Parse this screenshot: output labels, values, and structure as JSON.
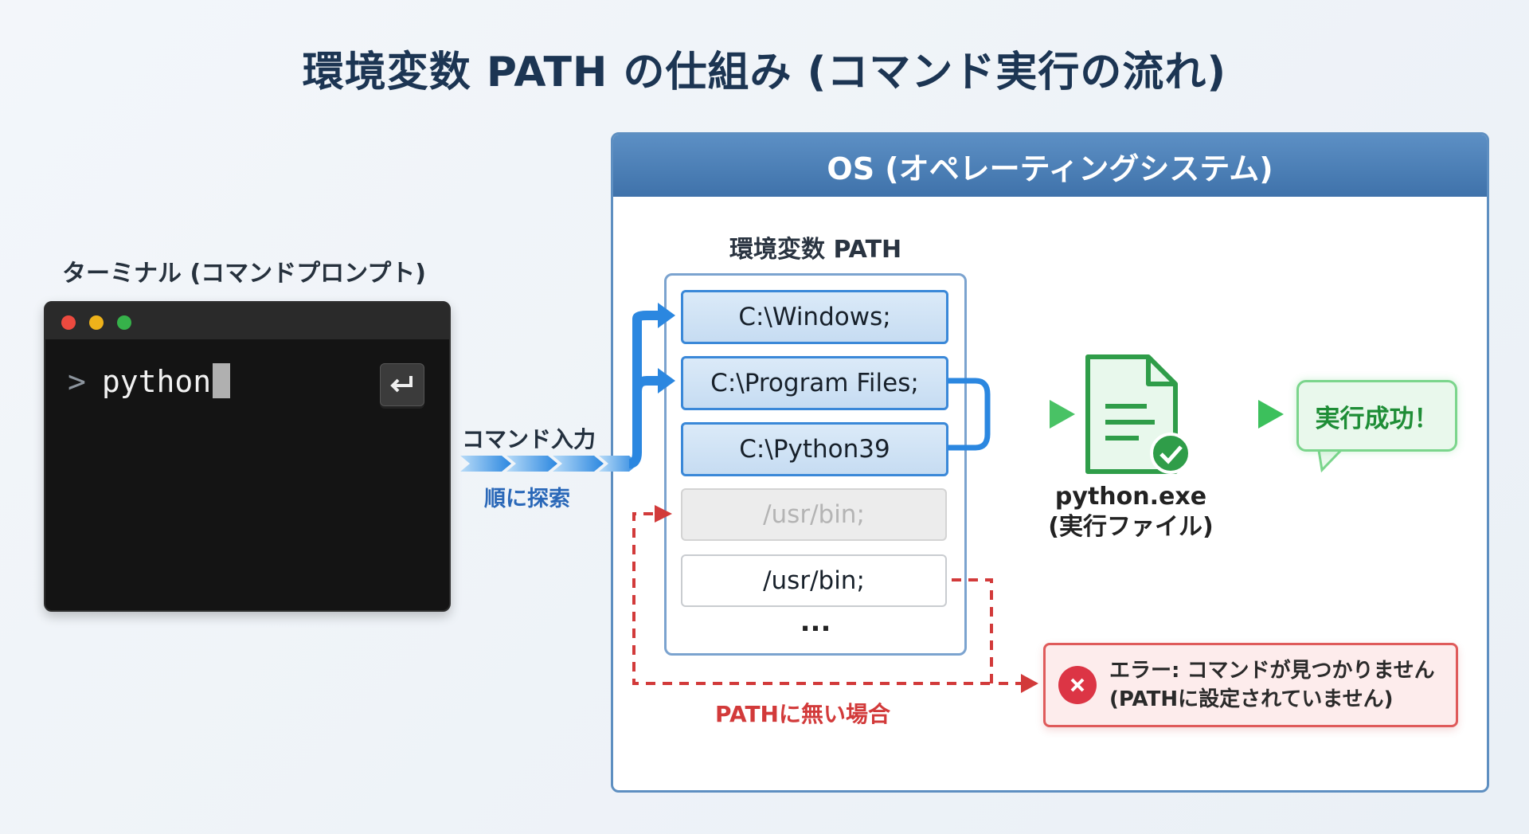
{
  "title": "環境変数 PATH の仕組み (コマンド実行の流れ)",
  "terminal": {
    "title": "ターミナル (コマンドプロンプト)",
    "prompt": ">",
    "command": "python",
    "enter_icon": "enter-key-icon"
  },
  "flow": {
    "command_input_label": "コマンド入力",
    "search_label": "順に探索"
  },
  "os": {
    "title": "OS (オペレーティングシステム)",
    "path_title": "環境変数 PATH",
    "entries": [
      {
        "text": "C:\\Windows;",
        "state": "highlighted"
      },
      {
        "text": "C:\\Program Files;",
        "state": "highlighted"
      },
      {
        "text": "C:\\Python39",
        "state": "highlighted"
      },
      {
        "text": "/usr/bin;",
        "state": "faded"
      },
      {
        "text": "/usr/bin;",
        "state": "normal"
      }
    ],
    "ellipsis": "...",
    "executable": {
      "name": "python.exe",
      "caption": "(実行ファイル)",
      "icon": "file-check-icon"
    },
    "success_message": "実行成功！",
    "error": {
      "line1": "エラー: コマンドが見つかりません",
      "line2": "(PATHに設定されていません)",
      "icon": "error-x-icon"
    },
    "not_in_path_label": "PATHに無い場合"
  },
  "colors": {
    "header_blue": "#4a7fb8",
    "highlight_blue": "#3a88d8",
    "success_green": "#3cc05c",
    "error_red": "#d23a3a"
  }
}
